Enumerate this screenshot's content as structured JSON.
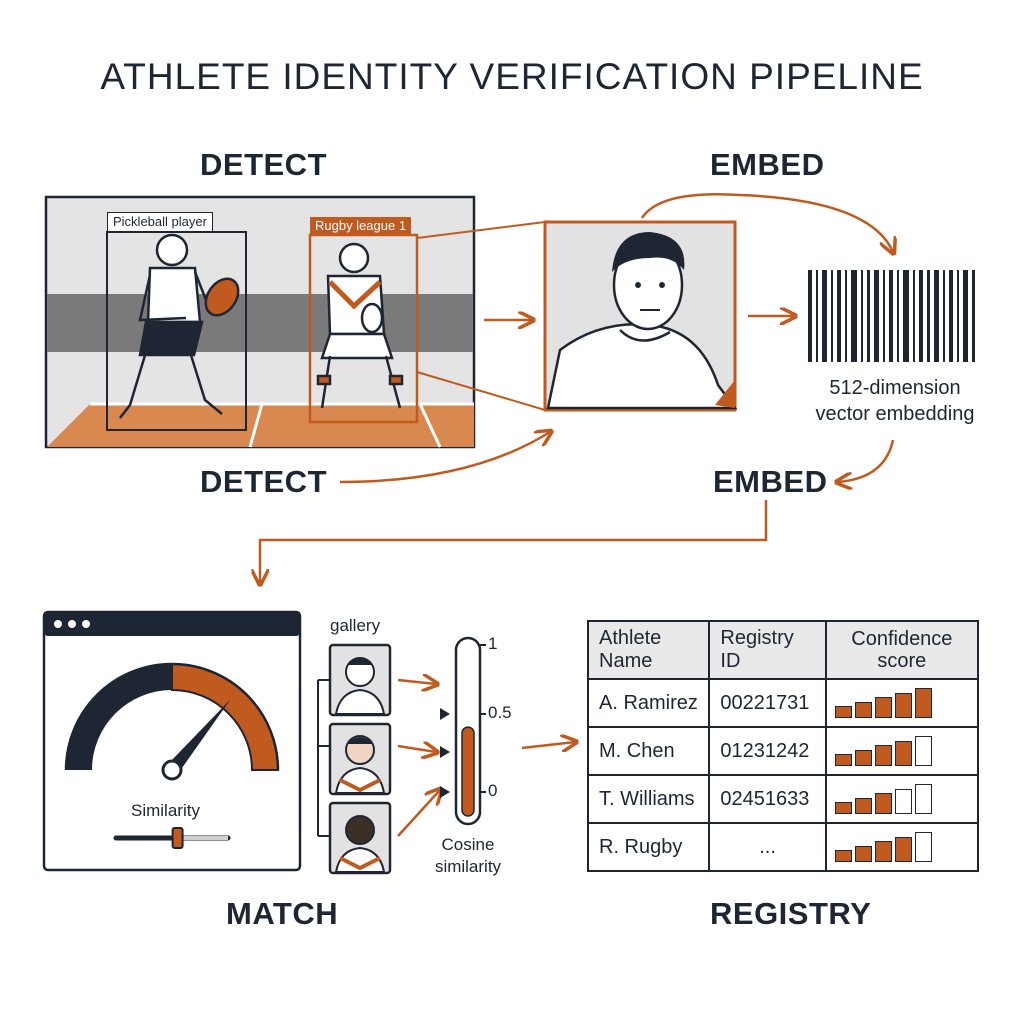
{
  "title": "ATHLETE IDENTITY VERIFICATION PIPELINE",
  "stages": {
    "detect_top": "DETECT",
    "embed_top": "EMBED",
    "detect_bottom": "DETECT",
    "embed_bottom": "EMBED",
    "match": "MATCH",
    "registry": "REGISTRY"
  },
  "detection": {
    "box1_label": "Pickleball player",
    "box2_label": "Rugby league 1"
  },
  "embedding": {
    "caption_line1": "512-dimension",
    "caption_line2": "vector embedding"
  },
  "match": {
    "gauge_label": "Similarity",
    "gauge_value": 0.72,
    "slider_value": 0.55,
    "gallery_label": "gallery",
    "cosine_label_line1": "Cosine",
    "cosine_label_line2": "similarity",
    "scale_ticks": [
      "1",
      "0.5",
      "0"
    ],
    "scale_fill": 0.52
  },
  "registry": {
    "headers": [
      "Athlete Name",
      "Registry ID",
      "Confidence score"
    ],
    "rows": [
      {
        "name": "A. Ramirez",
        "id": "00221731",
        "confidence": 5
      },
      {
        "name": "M. Chen",
        "id": "01231242",
        "confidence": 4
      },
      {
        "name": "T. Williams",
        "id": "02451633",
        "confidence": 3
      },
      {
        "name": "R. Rugby",
        "id": "...",
        "confidence": 4
      }
    ],
    "max_bars": 5
  },
  "colors": {
    "accent": "#c05a1f",
    "dark": "#1f2633",
    "gray_band": "#7a7a7a",
    "court": "#d9884f"
  }
}
